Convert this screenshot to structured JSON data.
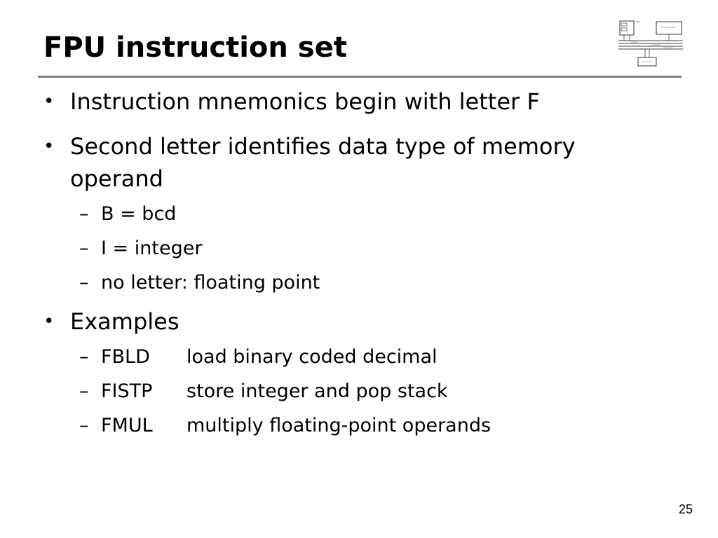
{
  "slide": {
    "title": "FPU instruction set",
    "page_number": "25",
    "bullets": [
      {
        "text": "Instruction mnemonics begin with letter F",
        "sub": []
      },
      {
        "text": "Second letter identifies data type of memory operand",
        "sub": [
          {
            "text": "B = bcd"
          },
          {
            "text": "I = integer"
          },
          {
            "text": "no letter: floating point"
          }
        ]
      },
      {
        "text": "Examples",
        "sub": [
          {
            "mnemonic": "FBLD",
            "desc": "load binary coded decimal"
          },
          {
            "mnemonic": "FISTP",
            "desc": "store integer and pop stack"
          },
          {
            "mnemonic": "FMUL",
            "desc": "multiply floating-point operands"
          }
        ]
      }
    ],
    "bullet_glyph": "•",
    "sub_glyph": "–",
    "logo_icon": "cpu-architecture-diagram-icon",
    "colors": {
      "text": "#000000",
      "rule": "#7f7f7f",
      "background": "#ffffff"
    }
  }
}
